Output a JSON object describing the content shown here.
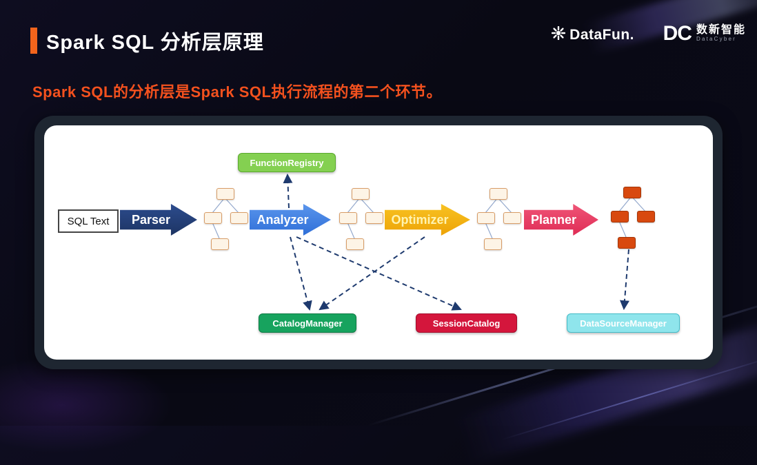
{
  "slide": {
    "title": "Spark SQL 分析层原理",
    "subtitle": "Spark SQL的分析层是Spark SQL执行流程的第二个环节。"
  },
  "header": {
    "datafun_label": "DataFun.",
    "dc_label": "DC",
    "dc_cn": "数新智能",
    "dc_en": "DataCyber"
  },
  "diagram": {
    "input": "SQL Text",
    "stages": [
      {
        "label": "Parser",
        "color": "#1d3463"
      },
      {
        "label": "Analyzer",
        "color": "#2f6fd8"
      },
      {
        "label": "Optimizer",
        "color": "#eda307"
      },
      {
        "label": "Planner",
        "color": "#df2c55"
      }
    ],
    "function_registry": "FunctionRegistry",
    "catalog_manager": "CatalogManager",
    "session_catalog": "SessionCatalog",
    "data_source_manager": "DataSourceManager",
    "colors": {
      "accent_orange": "#f2641c",
      "subtitle_orange": "#f4511e",
      "registry_green": "#84d051",
      "catalog_green": "#17a35e",
      "session_red": "#d4163c",
      "datasource_cyan": "#8fe5ec",
      "dashed_arrow": "#1e3a6e",
      "tree_node_fill": "#fdf4e6",
      "tree_node_solid": "#d8490f"
    }
  }
}
